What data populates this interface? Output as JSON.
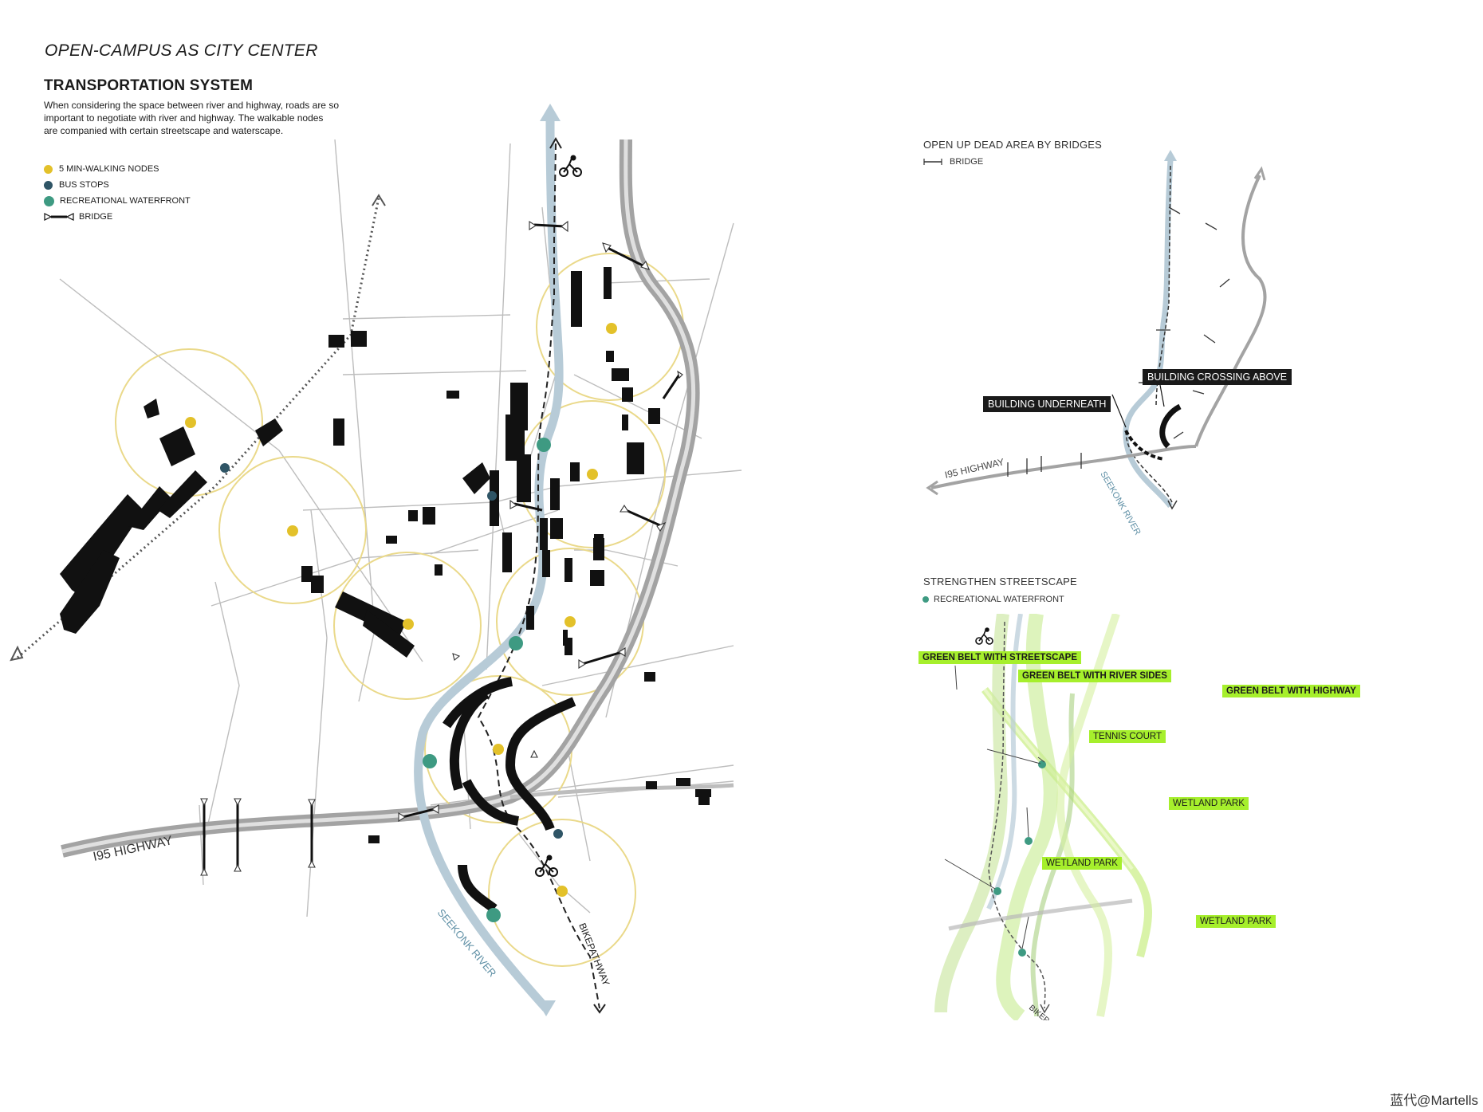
{
  "header": {
    "kicker": "OPEN-CAMPUS AS CITY CENTER",
    "title": "TRANSPORTATION SYSTEM",
    "description": "When considering the space between river and highway, roads are so important to negotiate with river and highway. The walkable nodes are companied with certain streetscape and waterscape."
  },
  "legend": {
    "items": [
      {
        "label": "5 MIN-WALKING NODES",
        "color": "#e3c12a",
        "icon": "yellow-dot"
      },
      {
        "label": "BUS STOPS",
        "color": "#2f5566",
        "icon": "blue-dot"
      },
      {
        "label": "RECREATIONAL WATERFRONT",
        "color": "#3e9a82",
        "icon": "green-dot"
      },
      {
        "label": "BRIDGE",
        "icon": "bridge-symbol"
      }
    ]
  },
  "main_map": {
    "highway_label": "I95 HIGHWAY",
    "river_label": "SEEKONK RIVER",
    "bike_label": "BIKEPATHWAY"
  },
  "bridges_panel": {
    "heading": "OPEN UP DEAD AREA BY BRIDGES",
    "legend_label": "BRIDGE",
    "tag_underneath": "BUILDING UNDERNEATH",
    "tag_crossing": "BUILDING CROSSING ABOVE",
    "highway_label": "I95 HIGHWAY",
    "river_label": "SEEKONK RIVER"
  },
  "streetscape_panel": {
    "heading": "STRENGTHEN STREETSCAPE",
    "legend_label": "RECREATIONAL WATERFRONT",
    "tags": {
      "streetscape": "GREEN BELT WITH STREETSCAPE",
      "river_sides": "GREEN BELT WITH RIVER SIDES",
      "highway": "GREEN BELT WITH HIGHWAY",
      "tennis": "TENNIS COURT",
      "wetland_1": "WETLAND PARK",
      "wetland_2": "WETLAND PARK",
      "wetland_3": "WETLAND PARK"
    },
    "bike_label": "BIKEPATHWAY"
  },
  "colors": {
    "walk_node": "#e3c12a",
    "bus_stop": "#2f5566",
    "waterfront": "#3e9a82",
    "river": "#b7cbd7",
    "highway": "#a3a3a3",
    "green_tag": "#a6ef2c"
  },
  "footer": {
    "watermark": "蓝代@Martells"
  }
}
